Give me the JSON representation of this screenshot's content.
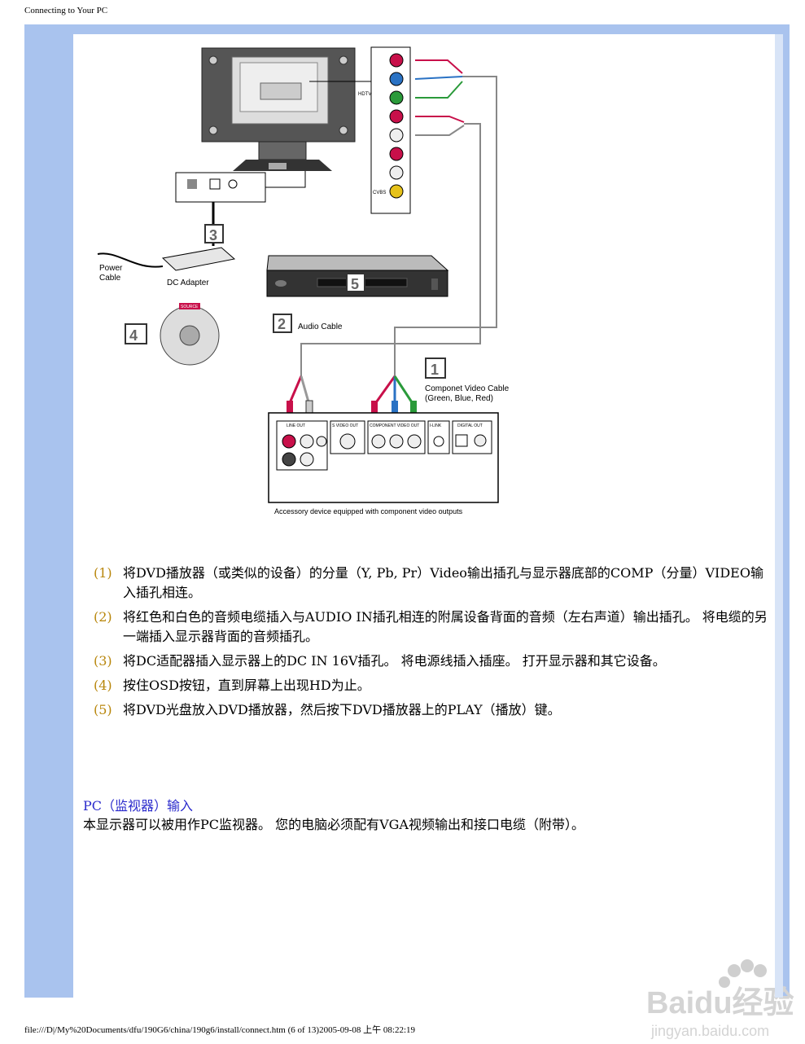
{
  "header": {
    "title": "Connecting to Your PC"
  },
  "diagram": {
    "labels": {
      "hdtv": "HDTV",
      "cvbs": "CVBS",
      "power_cable_line1": "Power",
      "power_cable_line2": "Cable",
      "dc_adapter": "DC Adapter",
      "audio_cable": "Audio Cable",
      "component_cable_line1": "Componet Video Cable",
      "component_cable_line2": "(Green, Blue, Red)",
      "line_out": "LINE OUT",
      "svideo_out": "S VIDEO OUT",
      "component_out": "COMPONENT VIDEO OUT",
      "ilink": "I-LINK",
      "digital_out": "DIGITAL OUT",
      "accessory": "Accessory device equipped with component video outputs",
      "source": "SOURCE"
    },
    "callouts": [
      "1",
      "2",
      "3",
      "4",
      "5"
    ]
  },
  "steps": [
    {
      "num": "(1)",
      "text": "将DVD播放器（或类似的设备）的分量（Y, Pb, Pr）Video输出插孔与显示器底部的COMP（分量）VIDEO输入插孔相连。"
    },
    {
      "num": "(2)",
      "text": "将红色和白色的音频电缆插入与AUDIO IN插孔相连的附属设备背面的音频（左右声道）输出插孔。 将电缆的另一端插入显示器背面的音频插孔。"
    },
    {
      "num": "(3)",
      "text": "将DC适配器插入显示器上的DC IN 16V插孔。 将电源线插入插座。 打开显示器和其它设备。"
    },
    {
      "num": "(4)",
      "text": "按住OSD按钮，直到屏幕上出现HD为止。"
    },
    {
      "num": "(5)",
      "text": "将DVD光盘放入DVD播放器，然后按下DVD播放器上的PLAY（播放）键。"
    }
  ],
  "pc_section": {
    "title": "PC（监视器）输入",
    "body": "本显示器可以被用作PC监视器。 您的电脑必须配有VGA视频输出和接口电缆（附带）。"
  },
  "watermark": {
    "brand": "Baidu经验",
    "url": "jingyan.baidu.com"
  },
  "footer": {
    "text": "file:///D|/My%20Documents/dfu/190G6/china/190g6/install/connect.htm (6 of 13)2005-09-08 上午 08:22:19"
  }
}
